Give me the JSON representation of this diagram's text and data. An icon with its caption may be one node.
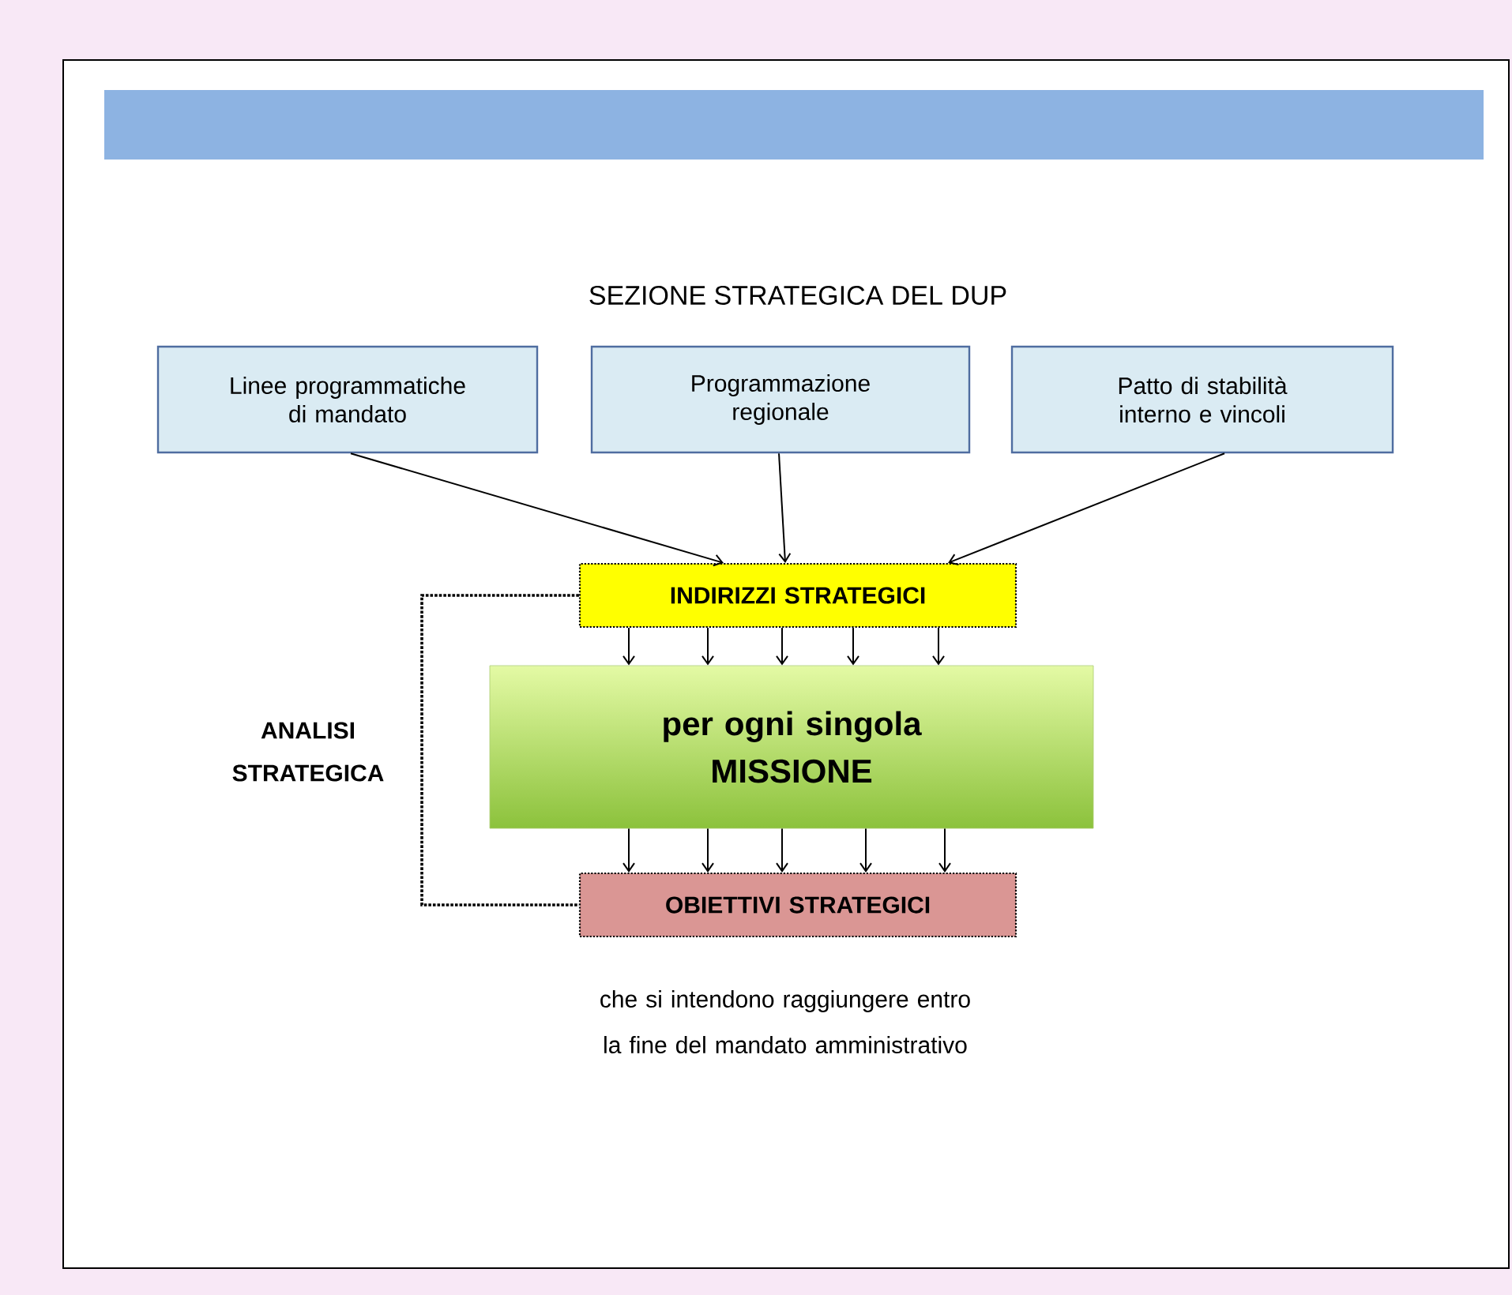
{
  "diagram": {
    "title": "SEZIONE STRATEGICA DEL DUP",
    "caption": "che si intendono raggiungere entro la fine del mandato amministrativo",
    "nodes": [
      {
        "text": [
          "Linee programmatiche di mandato"
        ]
      },
      {
        "text": [
          "Programmazione regionale"
        ]
      },
      {
        "text": [
          "Patto di stabilità interno e vincoli"
        ]
      },
      {
        "text": [
          "INDIRIZZI STRATEGICI"
        ]
      },
      {
        "text": [
          "per ogni singola MISSIONE"
        ]
      },
      {
        "text": [
          "OBIETTIVI STRATEGICI"
        ]
      }
    ],
    "edges": [
      {
        "from": 0,
        "to": 3,
        "arrow": "to"
      },
      {
        "from": 1,
        "to": 3,
        "arrow": "to"
      },
      {
        "from": 2,
        "to": 3,
        "arrow": "to"
      },
      {
        "from": 3,
        "to": 4,
        "arrow": "to"
      },
      {
        "from": 3,
        "to": 4,
        "arrow": "to"
      },
      {
        "from": 3,
        "to": 4,
        "arrow": "to"
      },
      {
        "from": 3,
        "to": 4,
        "arrow": "to"
      },
      {
        "from": 3,
        "to": 4,
        "arrow": "to"
      },
      {
        "from": 4,
        "to": 5,
        "arrow": "to"
      },
      {
        "from": 4,
        "to": 5,
        "arrow": "to"
      },
      {
        "from": 4,
        "to": 5,
        "arrow": "to"
      },
      {
        "from": 4,
        "to": 5,
        "arrow": "to"
      },
      {
        "from": 4,
        "to": 5,
        "arrow": "to"
      },
      {
        "from": 3,
        "to": 5,
        "arrow": "none",
        "style": "dashed"
      }
    ],
    "labels": [
      "ANALISI STRATEGICA"
    ]
  }
}
